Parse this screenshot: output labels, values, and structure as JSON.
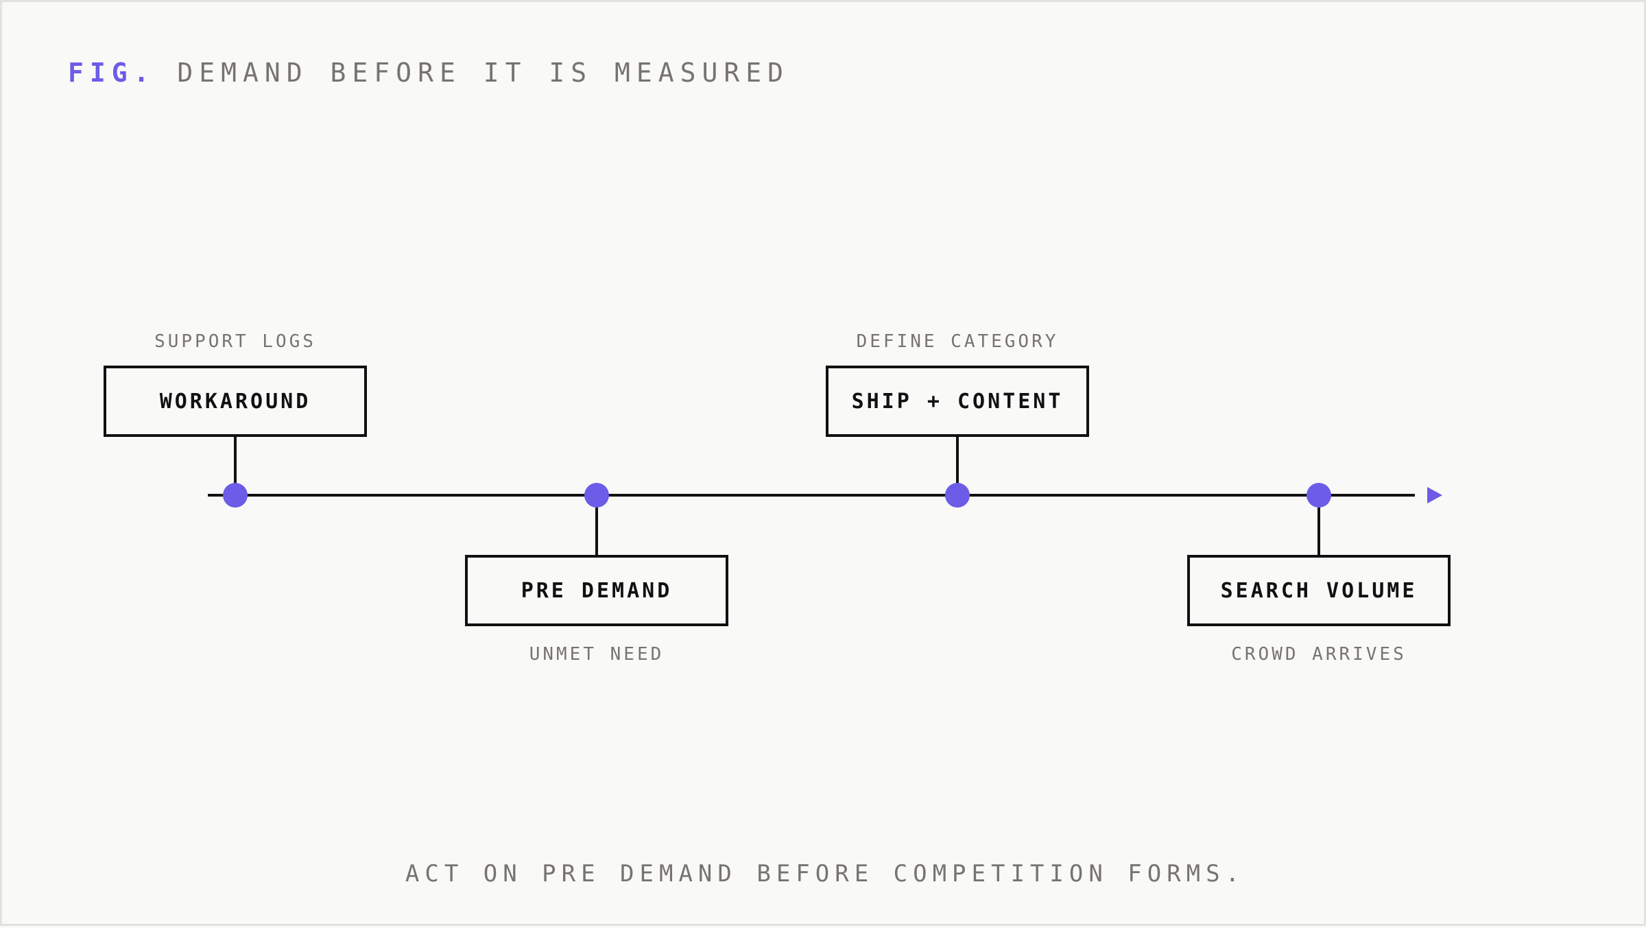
{
  "title": {
    "prefix": "FIG.",
    "text": "DEMAND BEFORE IT IS MEASURED"
  },
  "colors": {
    "accent": "#6c5ce7",
    "ink": "#111111",
    "muted": "#777370",
    "background": "#f9f9f7"
  },
  "stages": [
    {
      "label": "WORKAROUND",
      "caption": "SUPPORT LOGS",
      "side": "above"
    },
    {
      "label": "PRE DEMAND",
      "caption": "UNMET NEED",
      "side": "below"
    },
    {
      "label": "SHIP + CONTENT",
      "caption": "DEFINE CATEGORY",
      "side": "above"
    },
    {
      "label": "SEARCH VOLUME",
      "caption": "CROWD ARRIVES",
      "side": "below"
    }
  ],
  "takeaway": "ACT ON PRE DEMAND BEFORE COMPETITION FORMS."
}
